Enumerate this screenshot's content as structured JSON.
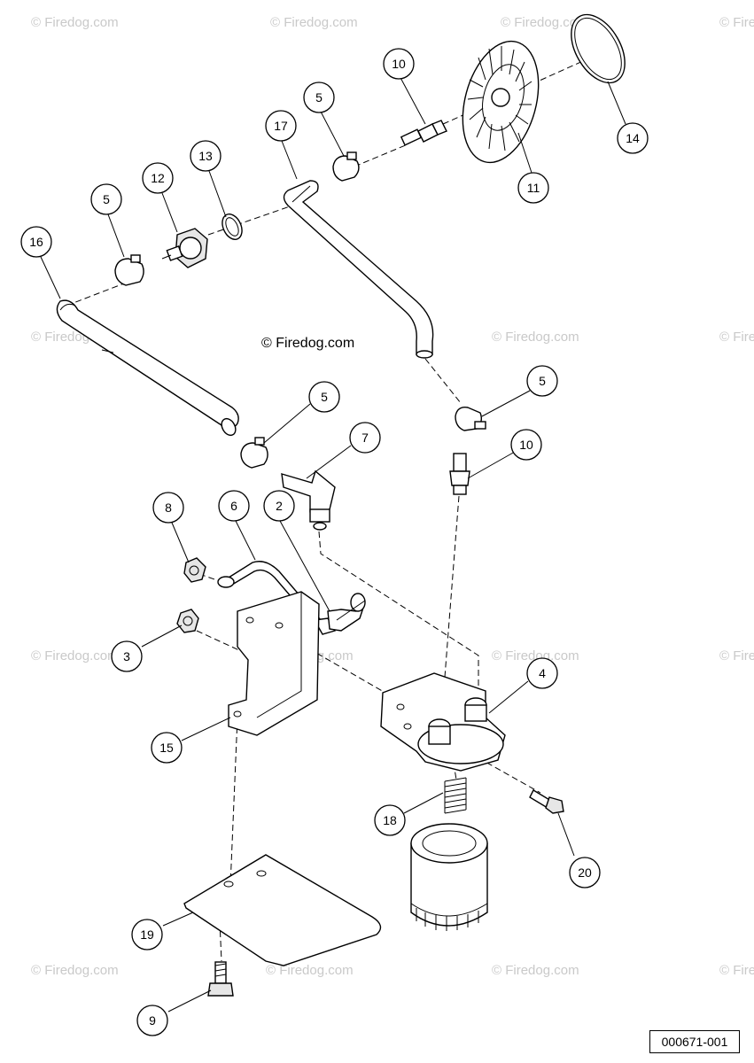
{
  "watermarks": {
    "main": "© Firedog.com",
    "faint": "© Firedog.com"
  },
  "document_code": "000671-001",
  "callouts": {
    "c10_top": "10",
    "c14": "14",
    "c11": "11",
    "c5_top": "5",
    "c17": "17",
    "c13": "13",
    "c12": "12",
    "c5_left": "5",
    "c16": "16",
    "c5_right": "5",
    "c10_right": "10",
    "c5_mid": "5",
    "c7": "7",
    "c8": "8",
    "c6": "6",
    "c2": "2",
    "c3": "3",
    "c4": "4",
    "c15": "15",
    "c18": "18",
    "c20": "20",
    "c19": "19",
    "c9": "9"
  }
}
